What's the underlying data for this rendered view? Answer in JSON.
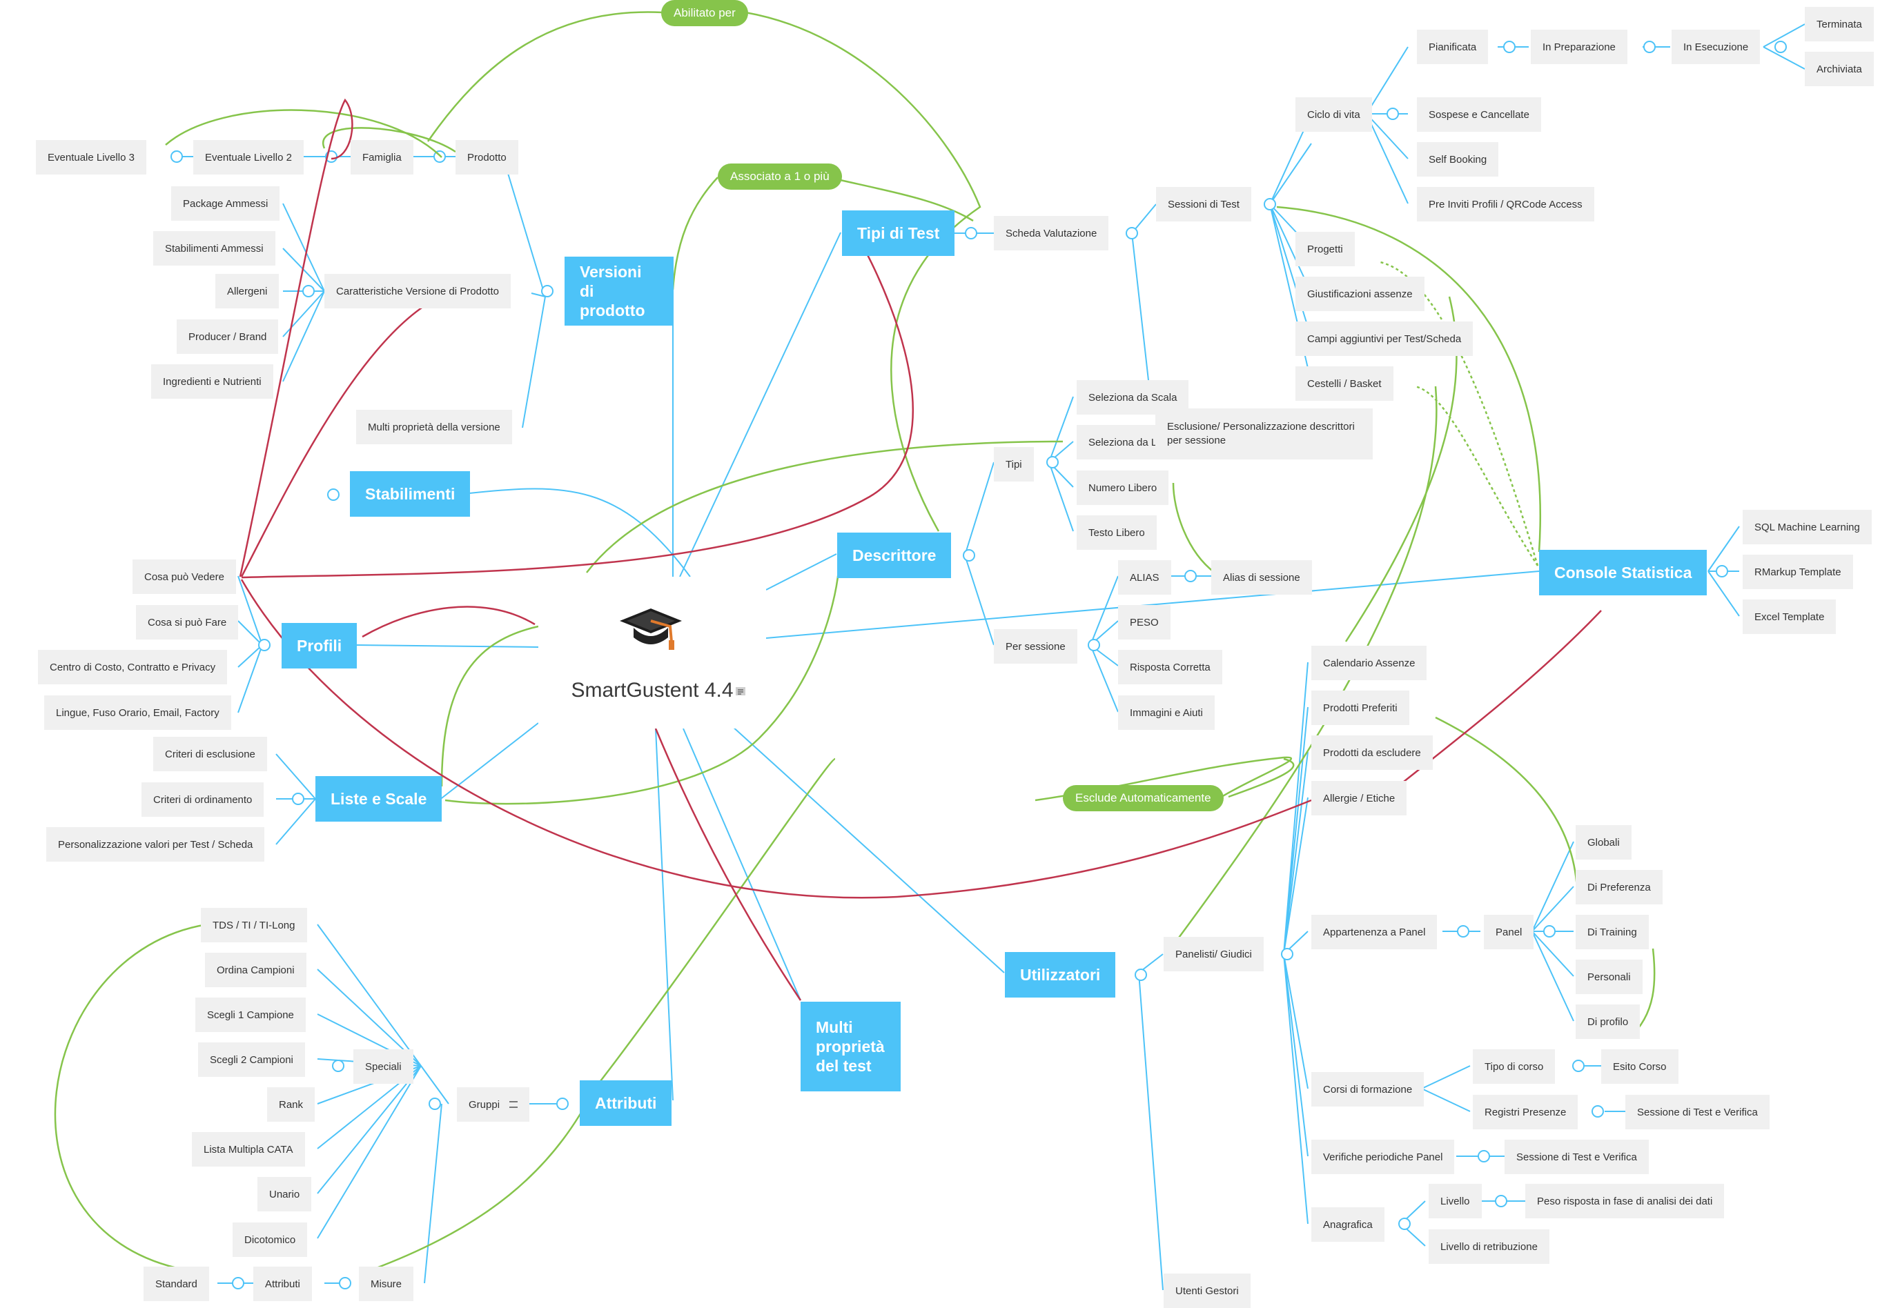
{
  "center": {
    "title": "SmartGustent 4.4",
    "icon": "graduation-cap-icon",
    "note_icon": "note-icon"
  },
  "colors": {
    "topic": "#4dc3f8",
    "subtopic_bg": "#f0f0f0",
    "relation_green": "#86c44b",
    "relation_red": "#c0344d",
    "link_blue": "#4dc3f8"
  },
  "topics": {
    "versioni": "Versioni di prodotto",
    "tipi_test": "Tipi di Test",
    "stabilimenti": "Stabilimenti",
    "descrittore": "Descrittore",
    "profili": "Profili",
    "console": "Console Statistica",
    "liste": "Liste e Scale",
    "utilizzatori": "Utilizzatori",
    "multi_test": "Multi proprietà del test",
    "attributi": "Attributi"
  },
  "relations": {
    "abilitato": "Abilitato per",
    "associato": "Associato a 1 o più",
    "esclude": "Esclude Automaticamente"
  },
  "versioni": {
    "prodotto": "Prodotto",
    "famiglia": "Famiglia",
    "livello2": "Eventuale Livello 2",
    "livello3": "Eventuale Livello 3",
    "caratteristiche": "Caratteristiche Versione di Prodotto",
    "package": "Package Ammessi",
    "stabilimenti_amm": "Stabilimenti Ammessi",
    "allergeni": "Allergeni",
    "producer": "Producer / Brand",
    "ingredienti": "Ingredienti e Nutrienti",
    "multi_versione": "Multi proprietà della versione"
  },
  "tipi_test": {
    "scheda": "Scheda Valutazione",
    "sessioni": "Sessioni di Test",
    "ciclo": "Ciclo di vita",
    "pianificata": "Pianificata",
    "preparazione": "In Preparazione",
    "esecuzione": "In Esecuzione",
    "terminata": "Terminata",
    "archiviata": "Archiviata",
    "sospese": "Sospese e Cancellate",
    "self_booking": "Self Booking",
    "pre_inviti": "Pre Inviti Profili / QRCode Access",
    "progetti": "Progetti",
    "giustificazioni": "Giustificazioni assenze",
    "campi": "Campi aggiuntivi per Test/Scheda",
    "cestelli": "Cestelli / Basket"
  },
  "descrittore": {
    "tipi": "Tipi",
    "scala": "Seleziona da Scala",
    "lista": "Seleziona da L",
    "numero": "Numero Libero",
    "testo": "Testo Libero",
    "esclusione": "Esclusione/ Personalizzazione descrittori per sessione",
    "per_sessione": "Per sessione",
    "alias": "ALIAS",
    "alias_sessione": "Alias di sessione",
    "peso": "PESO",
    "risposta": "Risposta Corretta",
    "immagini": "Immagini e Aiuti"
  },
  "profili": {
    "vedere": "Cosa può Vedere",
    "fare": "Cosa si può Fare",
    "centro": "Centro di Costo, Contratto e Privacy",
    "lingue": "Lingue, Fuso Orario, Email, Factory"
  },
  "console": {
    "sql": "SQL Machine Learning",
    "rmarkup": "RMarkup Template",
    "excel": "Excel Template"
  },
  "liste": {
    "esclusione": "Criteri di esclusione",
    "ordinamento": "Criteri di ordinamento",
    "personalizzazione": "Personalizzazione valori per Test / Scheda"
  },
  "utilizzatori": {
    "panelisti": "Panelisti/ Giudici",
    "calendario": "Calendario Assenze",
    "preferiti": "Prodotti Preferiti",
    "escludere": "Prodotti da escludere",
    "allergie": "Allergie / Etiche",
    "appartenenza": "Appartenenza a Panel",
    "panel": "Panel",
    "globali": "Globali",
    "preferenza": "Di Preferenza",
    "training": "Di Training",
    "personali": "Personali",
    "profilo": "Di profilo",
    "corsi": "Corsi di formazione",
    "tipo_corso": "Tipo di corso",
    "esito": "Esito Corso",
    "registri": "Registri Presenze",
    "sessione_verifica1": "Sessione di Test e Verifica",
    "verifiche": "Verifiche periodiche Panel",
    "sessione_verifica2": "Sessione di Test e Verifica",
    "anagrafica": "Anagrafica",
    "livello": "Livello",
    "peso_risposta": "Peso risposta in fase di analisi dei dati",
    "retribuzione": "Livello di retribuzione",
    "gestori": "Utenti Gestori"
  },
  "attributi": {
    "gruppi": "Gruppi",
    "speciali": "Speciali",
    "tds": "TDS / TI / TI-Long",
    "ordina": "Ordina Campioni",
    "scegli1": "Scegli 1 Campione",
    "scegli2": "Scegli 2 Campioni",
    "rank": "Rank",
    "cata": "Lista Multipla CATA",
    "unario": "Unario",
    "dicotomico": "Dicotomico",
    "attributi_sub": "Attributi",
    "standard": "Standard",
    "misure": "Misure"
  }
}
